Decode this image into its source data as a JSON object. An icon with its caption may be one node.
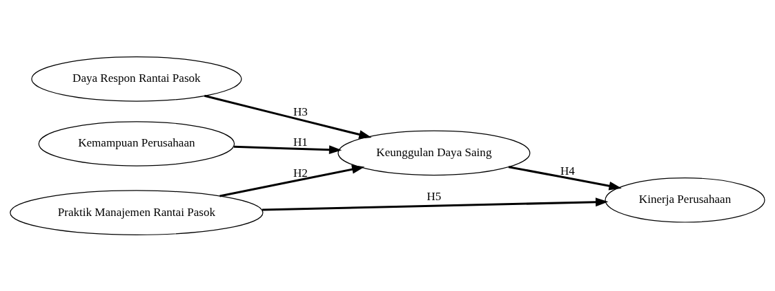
{
  "diagram": {
    "nodes": [
      {
        "text": [
          "Kemampuan Perusahaan"
        ]
      },
      {
        "text": [
          "Daya Respon Rantai Pasok"
        ]
      },
      {
        "text": [
          "Keunggulan Daya Saing"
        ]
      },
      {
        "text": [
          "Kinerja Perusahaan"
        ]
      },
      {
        "text": [
          "Praktik Manajemen Rantai Pasok"
        ]
      }
    ],
    "edges": [
      {
        "from": 0,
        "to": 2,
        "arrow": "to",
        "label": "H1"
      },
      {
        "from": 1,
        "to": 2,
        "arrow": "to",
        "label": "H3"
      },
      {
        "from": 2,
        "to": 3,
        "arrow": "to",
        "label": "H4"
      },
      {
        "from": 4,
        "to": 2,
        "arrow": "to",
        "label": "H2"
      },
      {
        "from": 4,
        "to": 3,
        "arrow": "to",
        "label": "H5"
      }
    ]
  }
}
